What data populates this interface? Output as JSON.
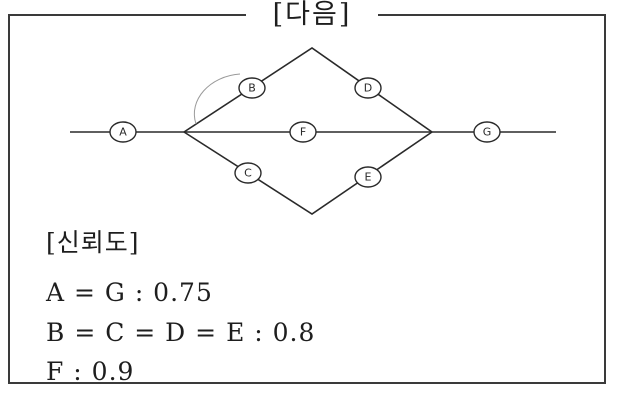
{
  "heading": "[다음]",
  "nodes": [
    "A",
    "B",
    "C",
    "D",
    "E",
    "F",
    "G"
  ],
  "reliability": {
    "title": "[신뢰도]",
    "lines": [
      "A = G : 0.75",
      "B = C = D = E : 0.8",
      "F : 0.9"
    ]
  }
}
